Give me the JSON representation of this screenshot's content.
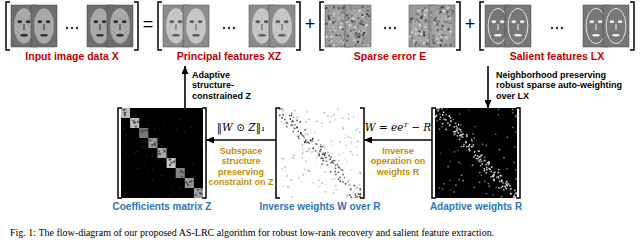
{
  "diagram": {
    "caption": "Fig. 1: The flow-diagram of our proposed AS-LRC algorithm for robust low-rank recovery and salient feature extraction.",
    "nodes": [
      {
        "text": [
          "Input image data X"
        ]
      },
      {
        "text": [
          "Principal features XZ"
        ]
      },
      {
        "text": [
          "Sparse error E"
        ]
      },
      {
        "text": [
          "Salient features LX"
        ]
      },
      {
        "text": [
          "Coefficients matrix Z"
        ]
      },
      {
        "text": [
          "Inverse weights W over R"
        ]
      },
      {
        "text": [
          "Adaptive weights R"
        ]
      }
    ],
    "edges": [
      {
        "from": 4,
        "to": 1,
        "arrow": "to",
        "label": "Adaptive structure-constrained Z"
      },
      {
        "from": 3,
        "to": 6,
        "arrow": "to",
        "label": "Neighborhood preserving robust sparse auto-weighting over LX"
      },
      {
        "from": 6,
        "to": 5,
        "arrow": "to",
        "label": "Inverse operation on weights R"
      },
      {
        "from": 5,
        "to": 4,
        "arrow": "to",
        "label": "Subspace structure preserving constraint on Z"
      }
    ],
    "labels": [
      "=",
      "+",
      "+",
      "W = eeᵀ − R",
      "‖W ⊙ Z‖₁"
    ]
  }
}
